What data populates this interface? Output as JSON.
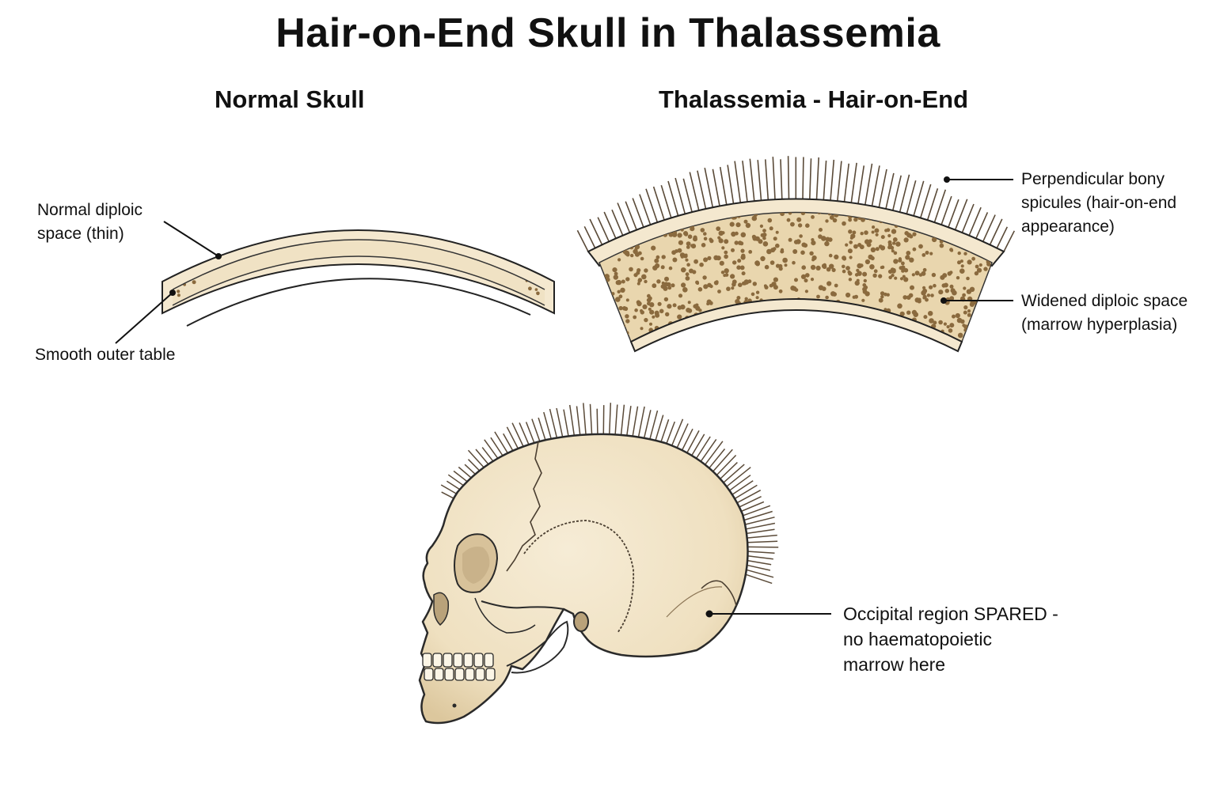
{
  "title": "Hair-on-End Skull in Thalassemia",
  "panels": {
    "normal": {
      "heading": "Normal Skull",
      "labels": {
        "diploic": [
          "Normal diploic",
          "space (thin)"
        ],
        "outer_table": [
          "Smooth outer table"
        ]
      }
    },
    "thalassemia": {
      "heading": "Thalassemia - Hair-on-End",
      "labels": {
        "spicules": [
          "Perpendicular bony",
          "spicules (hair-on-end",
          "appearance)"
        ],
        "diploic": [
          "Widened diploic space",
          "(marrow hyperplasia)"
        ]
      }
    },
    "skull": {
      "labels": {
        "occipital": [
          "Occipital region SPARED -",
          "no haematopoietic",
          "marrow here"
        ]
      }
    }
  },
  "colors": {
    "bone": "#f3e7cd",
    "bone_dark": "#e3d2ad",
    "marrow_dot": "#8a6a3e",
    "outline": "#222222",
    "spicule": "#5a4a38"
  }
}
